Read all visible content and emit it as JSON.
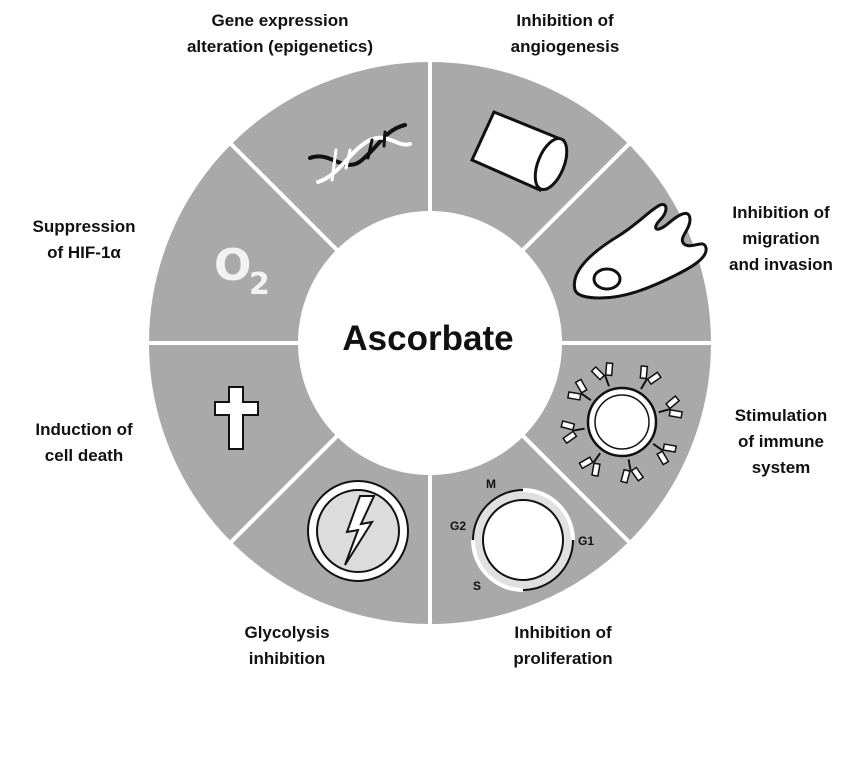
{
  "center": "Ascorbate",
  "segments": [
    {
      "id": "epigenetics",
      "lines": [
        "Gene expression",
        "alteration (epigenetics)"
      ],
      "icon": "dna-helix-icon"
    },
    {
      "id": "angiogenesis",
      "lines": [
        "Inhibition of",
        "angiogenesis"
      ],
      "icon": "blood-vessel-tube-icon"
    },
    {
      "id": "migration",
      "lines": [
        "Inhibition of",
        "migration",
        "and invasion"
      ],
      "icon": "migrating-cell-icon"
    },
    {
      "id": "immune",
      "lines": [
        "Stimulation",
        "of immune",
        "system"
      ],
      "icon": "antibody-cell-icon"
    },
    {
      "id": "proliferation",
      "lines": [
        "Inhibition of",
        "proliferation"
      ],
      "icon": "cell-cycle-icon",
      "cycle_labels": {
        "m": "M",
        "g1": "G1",
        "s": "S",
        "g2": "G2"
      }
    },
    {
      "id": "glycolysis",
      "lines": [
        "Glycolysis",
        "inhibition"
      ],
      "icon": "lightning-cell-icon"
    },
    {
      "id": "cell-death",
      "lines": [
        "Induction of",
        "cell death"
      ],
      "icon": "cross-icon"
    },
    {
      "id": "hif",
      "lines": [
        "Suppression",
        "of HIF-1α"
      ],
      "icon": "oxygen-icon",
      "icon_text": {
        "symbol": "O",
        "subscript": "2"
      }
    }
  ],
  "colors": {
    "ring": "#a9a9a9",
    "divider": "#ffffff",
    "icon_fill": "#e6e6e6",
    "text": "#111111"
  }
}
